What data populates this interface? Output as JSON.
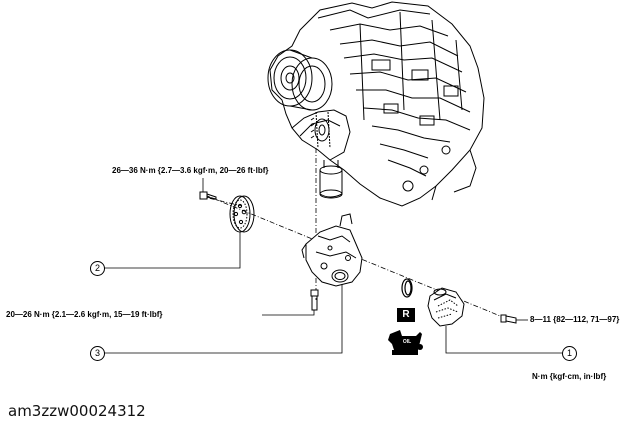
{
  "labels": {
    "torque_pulley_bolt": "26—36 N·m {2.7—3.6 kgf·m, 20—26 ft·lbf}",
    "torque_pump_bolt": "20—26 N·m {2.1—2.6 kgf·m, 15—19 ft·lbf}",
    "torque_strainer_bolt": "8—11 {82—112, 71—97}",
    "units_legend": "N·m {kgf·cm, in·lbf}",
    "replace_symbol": "R",
    "oil_symbol": "OIL"
  },
  "callouts": [
    "1",
    "2",
    "3"
  ],
  "caption": "am3zzw00024312"
}
